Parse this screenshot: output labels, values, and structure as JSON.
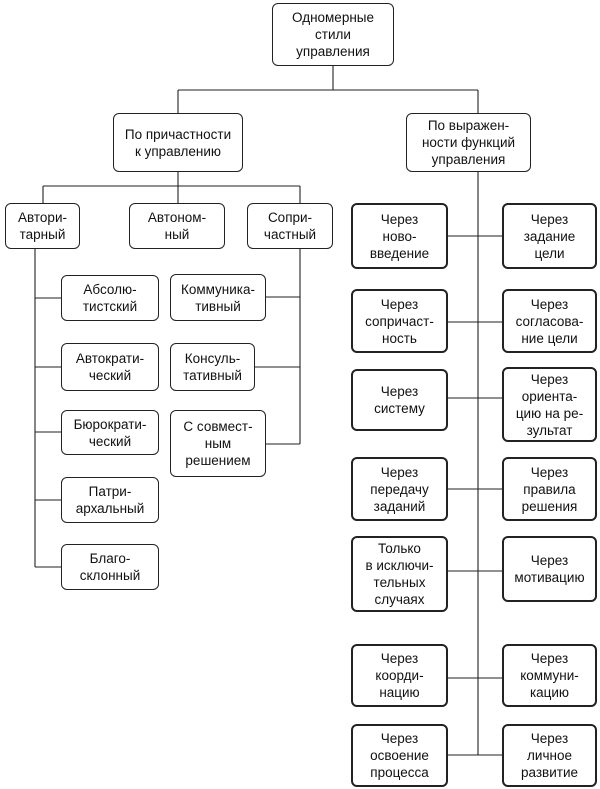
{
  "root": "Одномерные\nстили\nуправления",
  "left_branch": "По причастности\nк управлению",
  "right_branch": "По выражен-\nности функций\nуправления",
  "sub": {
    "authoritarian": "Автори-\nтарный",
    "autonomous": "Автоном-\nный",
    "participative": "Сопри-\nчастный"
  },
  "authoritarian_items": [
    "Абсолю-\nтистский",
    "Автократи-\nческий",
    "Бюрократи-\nческий",
    "Патри-\nархальный",
    "Благо-\nсклонный"
  ],
  "participative_items": [
    "Коммуника-\nтивный",
    "Консуль-\nтативный",
    "С совмест-\nным\nрешением"
  ],
  "functions_left": [
    "Через\nново-\nвведение",
    "Через\nсопричаст-\nность",
    "Через\nсистему",
    "Через\nпередачу\nзаданий",
    "Только\nв исключи-\nтельных\nслучаях",
    "Через\nкоорди-\nнацию",
    "Через\nосвоение\nпроцесса"
  ],
  "functions_right": [
    "Через\nзадание\nцели",
    "Через\nсогласова-\nние цели",
    "Через\nориента-\nцию на ре-\nзультат",
    "Через\nправила\nрешения",
    "Через\nмотивацию",
    "Через\nкоммуни-\nкацию",
    "Через\nличное\nразвитие"
  ]
}
